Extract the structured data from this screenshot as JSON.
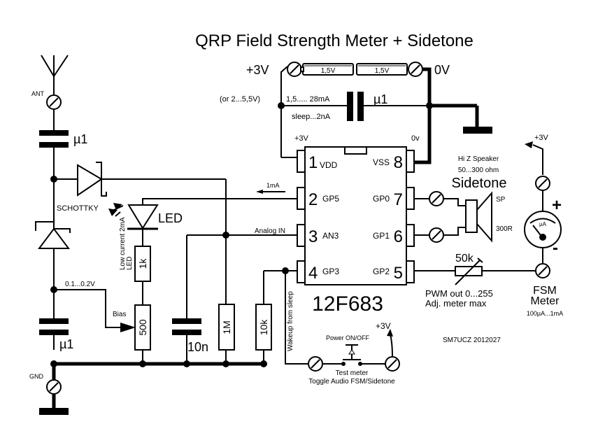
{
  "title": "QRP Field Strength Meter + Sidetone",
  "power": {
    "plus_label": "+3V",
    "zero_label": "0V",
    "range_note": "(or 2...5,5V)",
    "battery_cells": [
      "1,5V",
      "1,5V"
    ],
    "current_run": "1,5..... 28mA",
    "current_sleep": "sleep...2nA",
    "decoupling_cap": "µ1"
  },
  "ic": {
    "part": "12F683",
    "top_left_label": "+3V",
    "top_right_label": "0v",
    "pins": [
      {
        "num": "1",
        "name": "VDD"
      },
      {
        "num": "2",
        "name": "GP5"
      },
      {
        "num": "3",
        "name": "AN3"
      },
      {
        "num": "4",
        "name": "GP3"
      },
      {
        "num": "5",
        "name": "GP2"
      },
      {
        "num": "6",
        "name": "GP1"
      },
      {
        "num": "7",
        "name": "GP0"
      },
      {
        "num": "8",
        "name": "VSS"
      }
    ]
  },
  "antenna": {
    "label": "ANT",
    "cap_top": "µ1",
    "cap_bottom": "µ1",
    "gnd_label": "GND"
  },
  "diodes": {
    "schottky": "SCHOTTKY",
    "led": "LED",
    "led_note_1": "Low current 2mA",
    "led_note_2": "LED"
  },
  "signals": {
    "gp5_current": "1mA",
    "analog_in": "Analog IN",
    "bias_voltage": "0.1...0.2V",
    "bias_label": "Bias",
    "wakeup": "Wakeup from sleep"
  },
  "components": {
    "r_led": "1k",
    "r_bias": "500",
    "c_filter": "10n",
    "r_1m": "1M",
    "r_10k": "10k",
    "pot": "50k"
  },
  "speaker": {
    "note_1": "Hi Z Speaker",
    "note_2": "50...300 ohm",
    "title": "Sidetone",
    "sp_label": "SP",
    "imp_label": "300R"
  },
  "meter": {
    "plus_label": "+3V",
    "unit": "µA",
    "pos": "+",
    "neg": "-",
    "title_1": "FSM",
    "title_2": "Meter",
    "range": "100µA...1mA"
  },
  "pwm": {
    "line_1": "PWM out 0...255",
    "line_2": "Adj. meter max"
  },
  "switch": {
    "title": "Power ON/OFF",
    "supply": "+3V",
    "line_1": "Test meter",
    "line_2": "Toggle Audio FSM/Sidetone"
  },
  "credit": "SM7UCZ 2012027"
}
